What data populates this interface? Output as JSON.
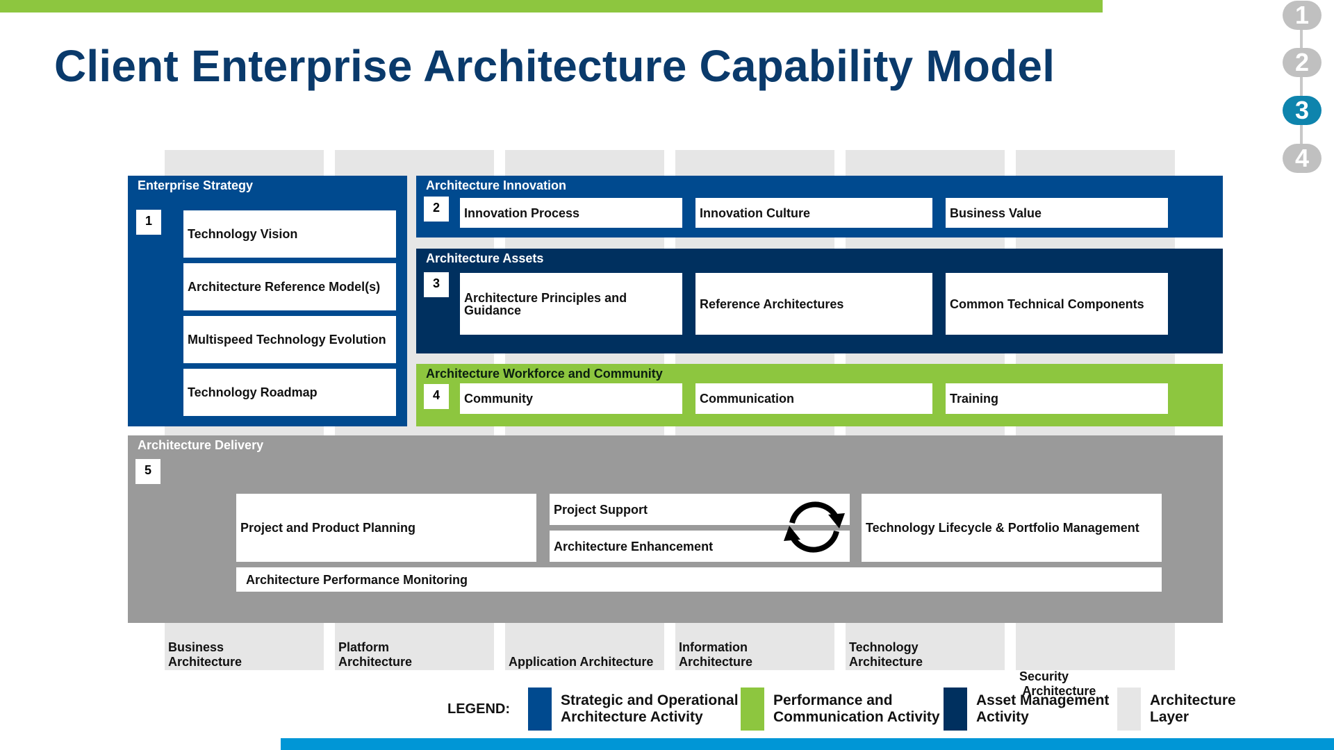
{
  "title": "Client Enterprise Architecture Capability Model",
  "steps": [
    "1",
    "2",
    "3",
    "4"
  ],
  "active_step": "3",
  "layers": [
    {
      "line1": "Business",
      "line2": "Architecture"
    },
    {
      "line1": "Platform",
      "line2": "Architecture"
    },
    {
      "line1": "",
      "line2": "Application Architecture"
    },
    {
      "line1": "Information",
      "line2": "Architecture"
    },
    {
      "line1": "Technology",
      "line2": "Architecture"
    },
    {
      "line1": "Security",
      "line2": " Architecture"
    }
  ],
  "enterprise_strategy": {
    "title": "Enterprise Strategy",
    "number": "1",
    "items": [
      "Technology Vision",
      "Architecture Reference Model(s)",
      "Multispeed Technology Evolution",
      "Technology Roadmap"
    ]
  },
  "architecture_innovation": {
    "title": "Architecture Innovation",
    "number": "2",
    "items": [
      "Innovation Process",
      "Innovation Culture",
      "Business Value"
    ]
  },
  "architecture_assets": {
    "title": "Architecture Assets",
    "number": "3",
    "items": [
      "Architecture Principles and Guidance",
      "Reference Architectures",
      "Common Technical Components"
    ]
  },
  "architecture_workforce": {
    "title": "Architecture Workforce and Community",
    "number": "4",
    "items": [
      "Community",
      "Communication",
      "Training"
    ]
  },
  "architecture_delivery": {
    "title": "Architecture Delivery",
    "number": "5",
    "project_planning": "Project and Product Planning",
    "project_support": "Project Support",
    "architecture_enhancement": "Architecture Enhancement",
    "lifecycle": "Technology Lifecycle & Portfolio Management",
    "monitoring": "Architecture Performance Monitoring"
  },
  "legend": {
    "label": "LEGEND:",
    "items": [
      {
        "line1": "Strategic and Operational",
        "line2": "Architecture Activity",
        "color": "#004a8f"
      },
      {
        "line1": "Performance and",
        "line2": "Communication Activity",
        "color": "#8dc63f"
      },
      {
        "line1": "Asset Management",
        "line2": "Activity",
        "color": "#00305f"
      },
      {
        "line1": "Architecture",
        "line2": "Layer",
        "color": "#e6e6e6"
      }
    ]
  },
  "colors": {
    "strategic": "#004a8f",
    "asset": "#00305f",
    "performance": "#8dc63f",
    "delivery": "#9a9a9a",
    "layer": "#e6e6e6",
    "title": "#0a3a6b",
    "accent_bar": "#0096d6",
    "active_step": "#0e84ad"
  }
}
